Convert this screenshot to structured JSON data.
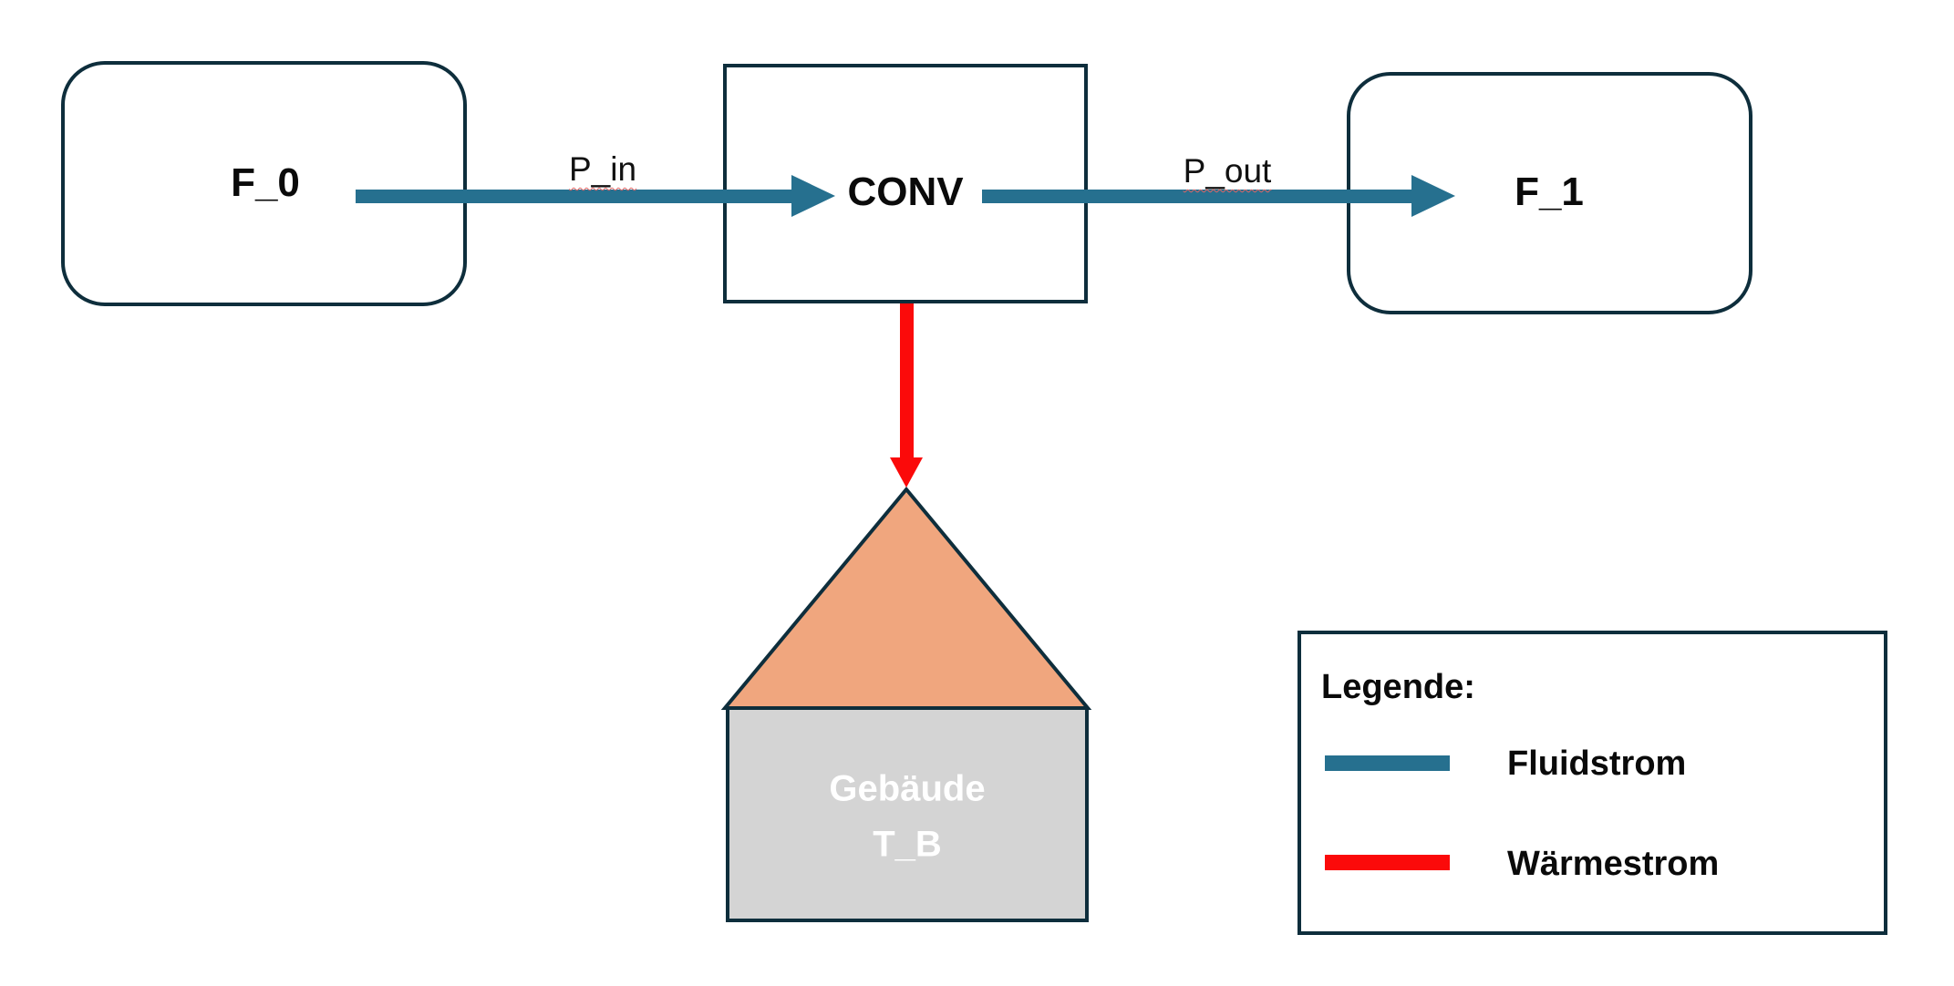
{
  "diagram": {
    "nodes": {
      "f0": {
        "label": "F_0"
      },
      "conv": {
        "label": "CONV"
      },
      "f1": {
        "label": "F_1"
      },
      "building": {
        "line1": "Gebäude",
        "line2": "T_B"
      }
    },
    "edges": {
      "p_in": {
        "label": "P_in",
        "type": "fluid"
      },
      "p_out": {
        "label": "P_out",
        "type": "fluid"
      },
      "heat_to_building": {
        "label": "",
        "type": "heat"
      }
    },
    "legend": {
      "title": "Legende:",
      "items": [
        {
          "label": "Fluidstrom",
          "color": "#26708f"
        },
        {
          "label": "Wärmestrom",
          "color": "#fb0a0a"
        }
      ]
    },
    "colors": {
      "fluid_stream": "#26708f",
      "heat_stream": "#fb0a0a",
      "shape_outline": "#0e2e3c",
      "roof_fill": "#f0a67e",
      "building_fill": "#d4d4d4",
      "building_text": "#ffffff",
      "background": "#ffffff"
    }
  }
}
